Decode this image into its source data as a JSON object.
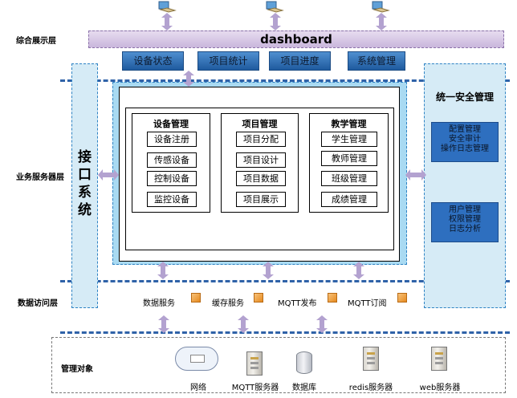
{
  "layers": {
    "presentation": "综合展示层",
    "business": "业务服务器层",
    "data_access": "数据访问层",
    "managed": "管理对象"
  },
  "dashboard": {
    "title": "dashboard",
    "buttons": [
      "设备状态",
      "项目统计",
      "项目进度",
      "系统管理"
    ]
  },
  "interface_system": "接口系统",
  "security": {
    "title": "统一安全管理",
    "box1": [
      "配置管理",
      "安全审计",
      "操作日志管理"
    ],
    "box2": [
      "用户管理",
      "权限管理",
      "日志分析"
    ]
  },
  "groups": [
    {
      "title": "设备管理",
      "items": [
        "设备注册",
        "传感设备",
        "控制设备",
        "监控设备"
      ]
    },
    {
      "title": "项目管理",
      "items": [
        "项目分配",
        "项目设计",
        "项目数据",
        "项目展示"
      ]
    },
    {
      "title": "教学管理",
      "items": [
        "学生管理",
        "教师管理",
        "班级管理",
        "成绩管理"
      ]
    }
  ],
  "data_services": [
    "数据服务",
    "缓存服务",
    "MQTT发布",
    "MQTT订阅"
  ],
  "managed_objects": [
    "网络",
    "MQTT服务器",
    "数据库",
    "redis服务器",
    "web服务器"
  ],
  "icons": {
    "user": "user-computer-icon",
    "service": "cube-icon",
    "network": "cloud-network-icon",
    "server": "server-icon",
    "database": "database-icon"
  },
  "colors": {
    "dashboard_fill": "#c9b6dc",
    "button_fill": "#2e6fbf",
    "panel_fill": "#d6ebf6",
    "business_fill": "#a9daf2",
    "separator": "#2f62a8",
    "arrow": "#b3a2d0"
  }
}
